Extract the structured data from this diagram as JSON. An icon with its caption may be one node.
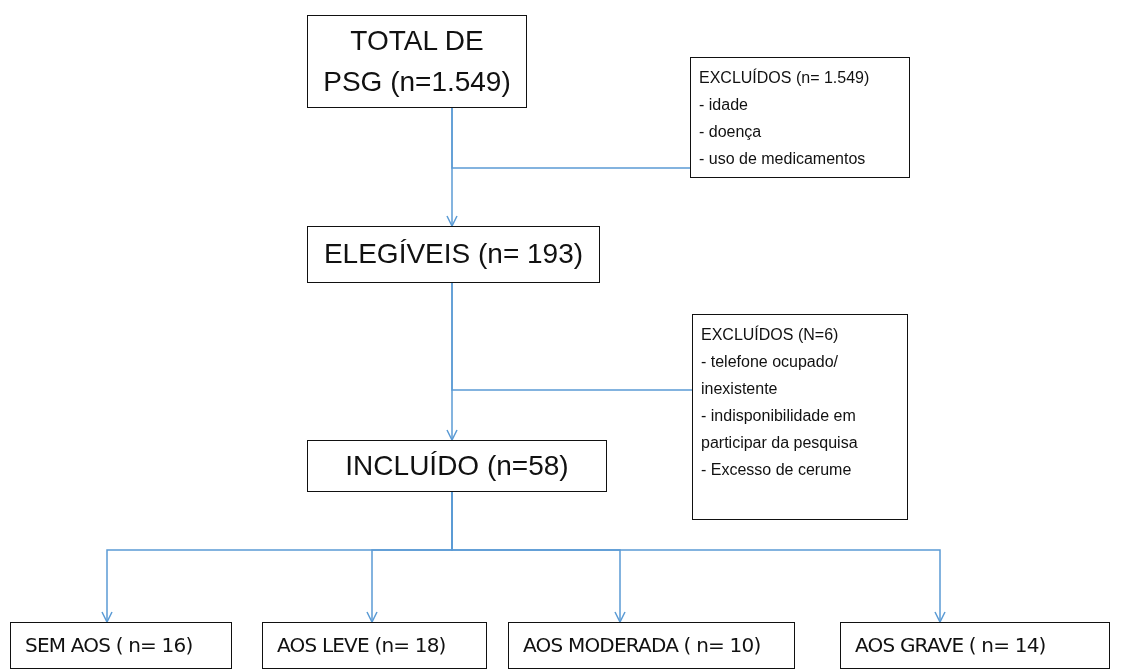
{
  "diagram": {
    "nodes": [
      {
        "text": [
          "TOTAL DE PSG (n=1.549)"
        ]
      },
      {
        "text": [
          "EXCLUÍDOS (n= 1.549)",
          "- idade",
          "- doença",
          "- uso de medicamentos"
        ]
      },
      {
        "text": [
          "ELEGÍVEIS (n= 193)"
        ]
      },
      {
        "text": [
          "EXCLUÍDOS (N=6)",
          "- telefone ocupado/ inexistente",
          "- indisponibilidade em participar da pesquisa",
          "- Excesso de cerume"
        ]
      },
      {
        "text": [
          "INCLUÍDO (n=58)"
        ]
      },
      {
        "text": [
          "SEM AOS ( n= 16)"
        ]
      },
      {
        "text": [
          "AOS LEVE (n= 18)"
        ]
      },
      {
        "text": [
          "AOS MODERADA ( n= 10)"
        ]
      },
      {
        "text": [
          "AOS GRAVE ( n= 14)"
        ]
      }
    ],
    "edges": [
      {
        "from": 0,
        "to": 2,
        "arrow": "to"
      },
      {
        "from": 0,
        "to": 1,
        "arrow": "none"
      },
      {
        "from": 2,
        "to": 4,
        "arrow": "to"
      },
      {
        "from": 2,
        "to": 3,
        "arrow": "none"
      },
      {
        "from": 4,
        "to": 5,
        "arrow": "to"
      },
      {
        "from": 4,
        "to": 6,
        "arrow": "to"
      },
      {
        "from": 4,
        "to": 7,
        "arrow": "to"
      },
      {
        "from": 4,
        "to": 8,
        "arrow": "to"
      }
    ]
  }
}
